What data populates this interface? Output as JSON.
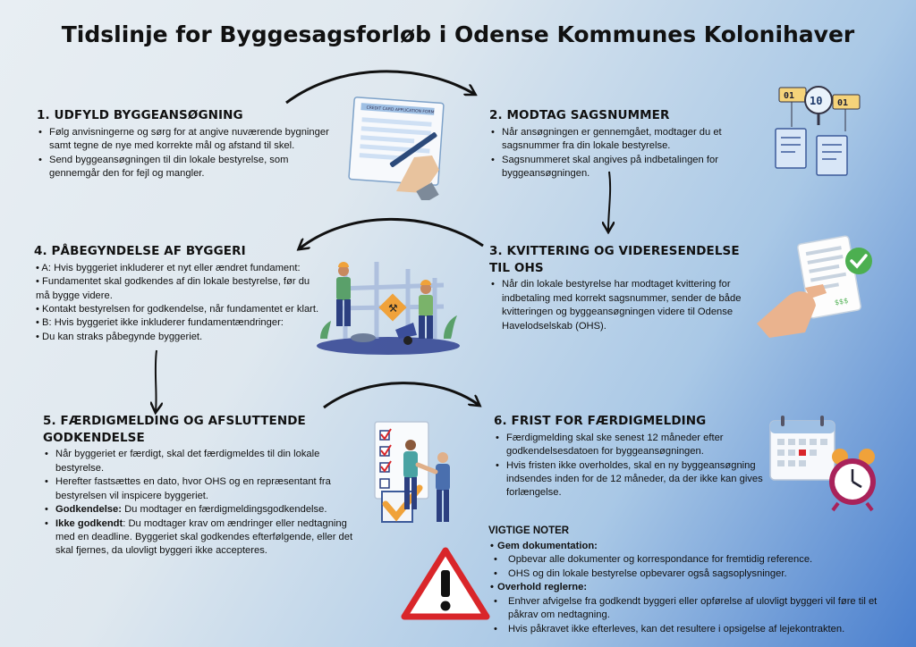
{
  "title": "Tidslinje for Byggesagsforløb i Odense Kommunes Kolonihaver",
  "steps": {
    "s1": {
      "heading": "1. UDFYLD BYGGEANSØGNING",
      "items": [
        "Følg anvisningerne og sørg for at angive nuværende bygninger samt tegne de nye med korrekte mål og afstand til skel.",
        "Send byggeansøgningen til din lokale bestyrelse, som gennemgår den for fejl og mangler."
      ]
    },
    "s2": {
      "heading": "2. MODTAG SAGSNUMMER",
      "items": [
        "Når ansøgningen er gennemgået, modtager du et sagsnummer fra din lokale bestyrelse.",
        "Sagsnummeret skal angives på indbetalingen for byggeansøgningen."
      ]
    },
    "s3": {
      "heading": "3. KVITTERING OG VIDERESENDELSE TIL OHS",
      "items": [
        "Når din lokale bestyrelse har modtaget kvittering for indbetaling med korrekt sagsnummer, sender de både kvitteringen og byggeansøgningen videre til Odense Havelodselskab (OHS)."
      ]
    },
    "s4": {
      "heading": "4. PÅBEGYNDELSE AF BYGGERI",
      "items": [
        "A: Hvis byggeriet inkluderer et nyt eller ændret fundament:",
        "Fundamentet skal godkendes af din lokale bestyrelse, før du må bygge videre.",
        "Kontakt bestyrelsen for godkendelse, når fundamentet er klart.",
        "B: Hvis byggeriet ikke inkluderer fundamentændringer:",
        "Du kan straks påbegynde byggeriet."
      ]
    },
    "s5": {
      "heading": "5. FÆRDIGMELDING OG AFSLUTTENDE GODKENDELSE",
      "item1": "Når byggeriet er færdigt, skal det færdigmeldes til din lokale bestyrelse.",
      "item2": "Herefter fastsættes en dato, hvor OHS og en repræsentant fra bestyrelsen vil inspicere byggeriet.",
      "item3_label": "Godkendelse:",
      "item3_text": " Du modtager en færdigmeldingsgodkendelse.",
      "item4_label": "Ikke godkendt",
      "item4_text": ": Du modtager krav om ændringer eller nedtagning med en deadline. Byggeriet skal godkendes efterfølgende, eller det skal fjernes, da ulovligt byggeri ikke accepteres."
    },
    "s6": {
      "heading": "6. FRIST FOR FÆRDIGMELDING",
      "items": [
        "Færdigmelding skal ske senest 12 måneder efter godkendelsesdatoen for byggeansøgningen.",
        "Hvis fristen ikke overholdes, skal en ny byggeansøgning indsendes inden for de 12 måneder, da der ikke kan gives forlængelse."
      ]
    }
  },
  "notes": {
    "heading": "VIGTIGE NOTER",
    "group1": "Gem dokumentation:",
    "group1_items": [
      "Opbevar alle dokumenter og korrespondance for fremtidig reference.",
      "OHS og din lokale bestyrelse opbevarer også sagsoplysninger."
    ],
    "group2": "Overhold reglerne:",
    "group2_items": [
      "Enhver afvigelse fra godkendt byggeri eller opførelse af ulovligt byggeri vil føre til et påkrav om nedtagning.",
      "Hvis påkravet ikke efterleves, kan det resultere i opsigelse af lejekontrakten."
    ]
  },
  "illustrations": {
    "form_title": "CREDIT CARD APPLICATION FORM",
    "magnifier_left": "01",
    "magnifier_center": "10",
    "magnifier_right": "01",
    "receipt_amount": "$$$"
  },
  "colors": {
    "accent_orange": "#f0a23a",
    "check_green": "#4caf50",
    "warning_red": "#d9262a",
    "paper_blue": "#cfe0f4"
  }
}
